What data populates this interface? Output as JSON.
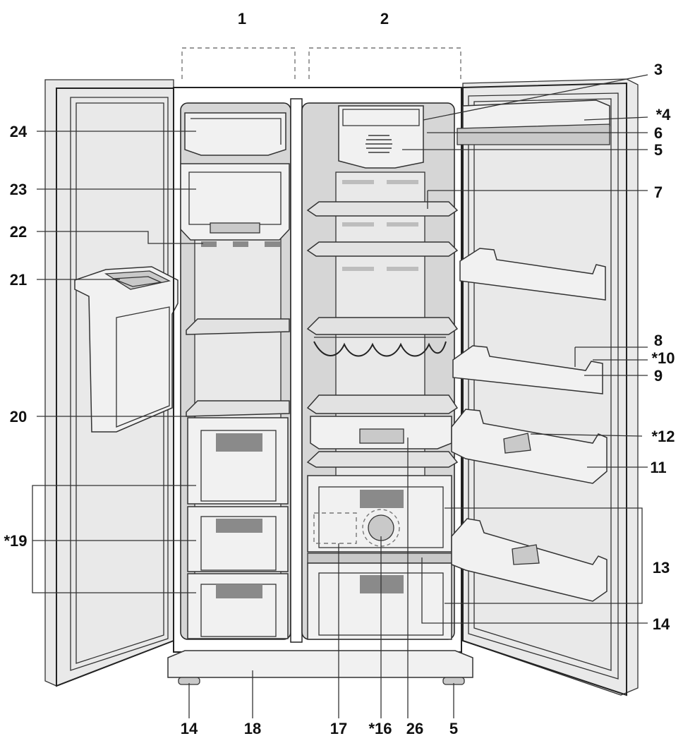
{
  "callouts": {
    "c1": "1",
    "c2": "2",
    "c3": "3",
    "c4": "*4",
    "c5": "5",
    "c6": "6",
    "c7": "7",
    "c8": "8",
    "c9": "9",
    "c10": "*10",
    "c11": "11",
    "c12": "*12",
    "c13": "13",
    "c14": "14",
    "c16": "*16",
    "c17": "17",
    "c18": "18",
    "c19": "*19",
    "c20": "20",
    "c21": "21",
    "c22": "22",
    "c23": "23",
    "c24": "24",
    "c26": "26",
    "c5b": "5",
    "c14b": "14"
  },
  "colors": {
    "outline": "#222222",
    "interior": "#d6d6d6",
    "part_fill": "#f1f1f1"
  }
}
